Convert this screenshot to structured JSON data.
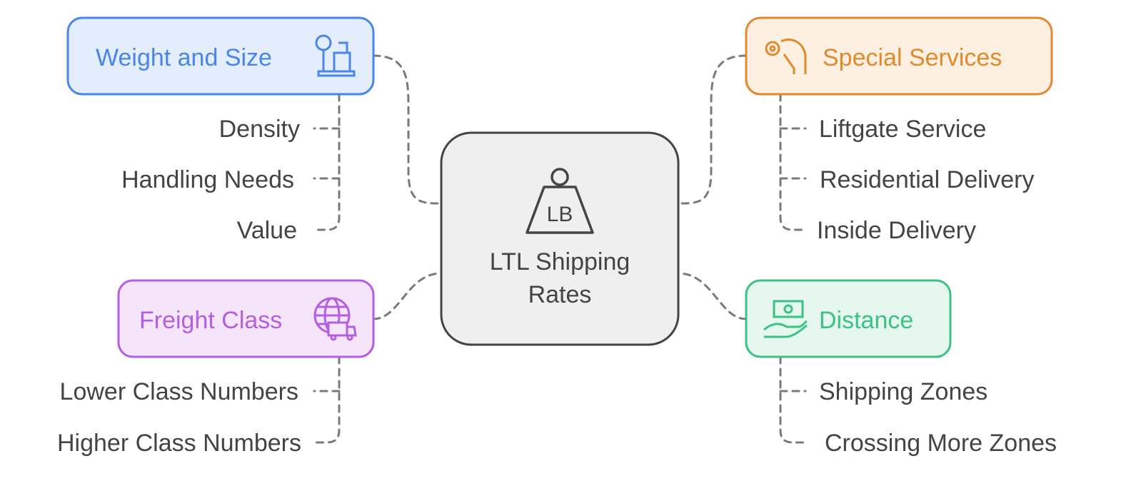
{
  "center": {
    "line1": "LTL Shipping",
    "line2": "Rates",
    "icon": "weight-lb-icon"
  },
  "branches": {
    "weight": {
      "title": "Weight and Size",
      "icon": "scale-package-icon",
      "color": "#4a86e8",
      "items": [
        "Density",
        "Handling Needs",
        "Value"
      ]
    },
    "special": {
      "title": "Special Services",
      "icon": "hand-gear-icon",
      "color": "#e08a2e",
      "items": [
        "Liftgate Service",
        "Residential Delivery",
        "Inside Delivery"
      ]
    },
    "freight": {
      "title": "Freight Class",
      "icon": "globe-truck-icon",
      "color": "#b45ee0",
      "items": [
        "Lower Class Numbers",
        "Higher Class Numbers"
      ]
    },
    "distance": {
      "title": "Distance",
      "icon": "hand-money-icon",
      "color": "#3cc283",
      "items": [
        "Shipping Zones",
        "Crossing More Zones"
      ]
    }
  }
}
